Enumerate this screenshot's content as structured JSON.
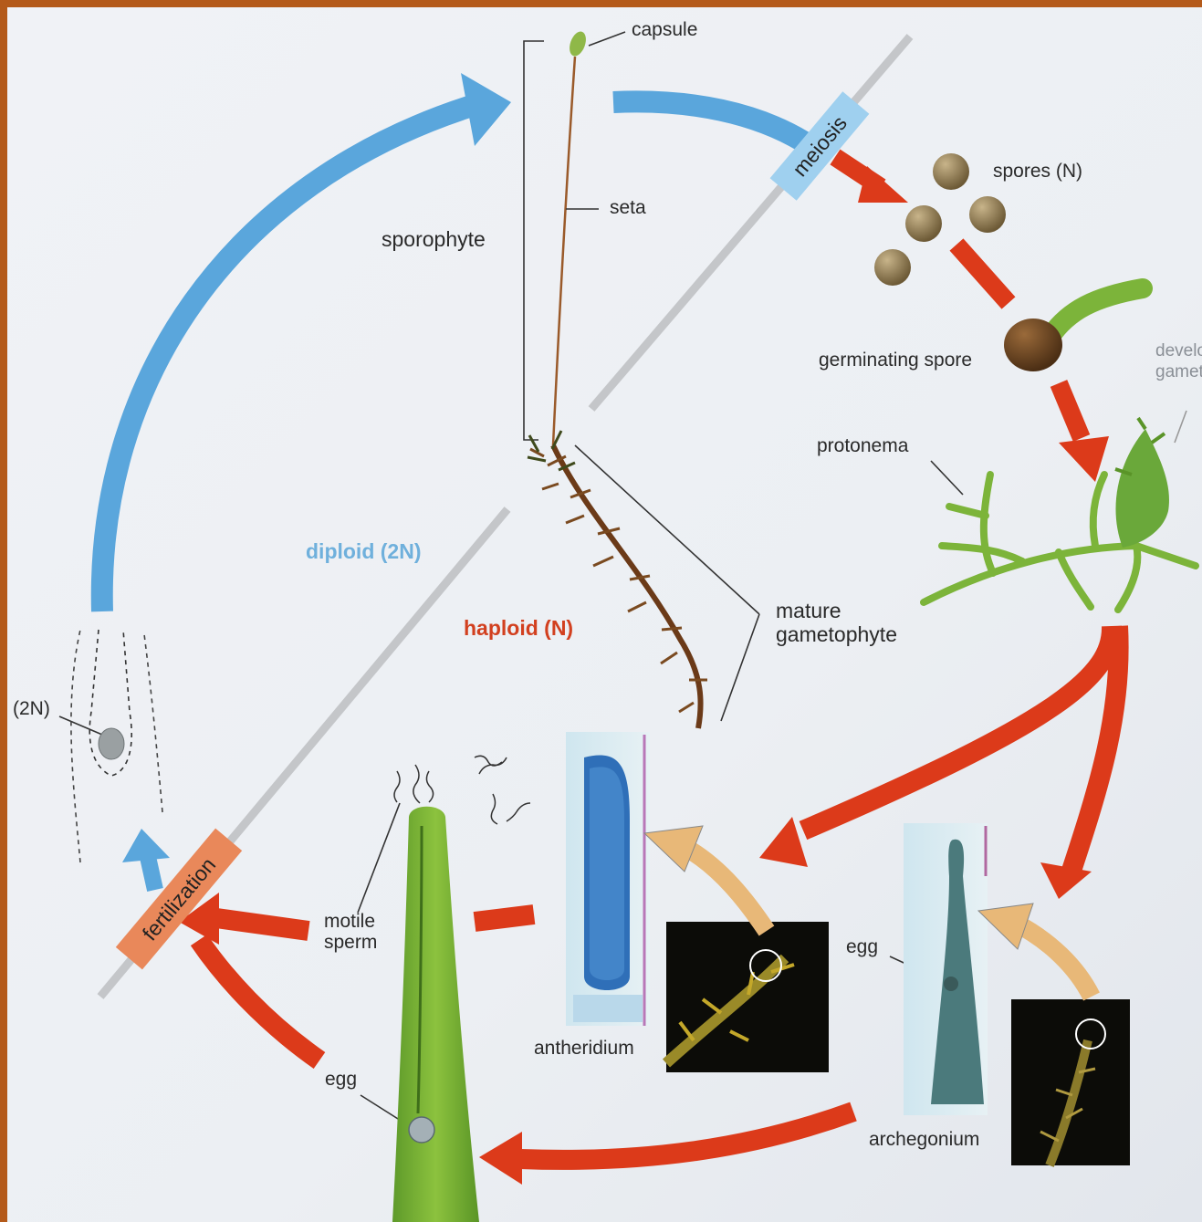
{
  "labels": {
    "capsule": "capsule",
    "seta": "seta",
    "sporophyte": "sporophyte",
    "spores": "spores (N)",
    "meiosis": "meiosis",
    "germinating_spore": "germinating spore",
    "developing_gametophyte_1": "develo",
    "developing_gametophyte_2": "gamet",
    "protonema": "protonema",
    "diploid": "diploid (2N)",
    "haploid": "haploid (N)",
    "mature_gametophyte_1": "mature",
    "mature_gametophyte_2": "gametophyte",
    "zygote_2n": "(2N)",
    "fertilization": "fertilization",
    "motile_sperm_1": "motile",
    "motile_sperm_2": "sperm",
    "antheridium": "antheridium",
    "egg_archegonium": "egg",
    "archegonium": "archegonium",
    "egg_bottom": "egg"
  },
  "colors": {
    "diploid_arrow": "#5aa6dc",
    "haploid_arrow": "#dc3a1a",
    "pointer_arrow": "#e8b878",
    "meiosis_tag": "#9fd0ef",
    "fertilization_tag": "#e9885a",
    "border": "#b45a1a",
    "background": "#eef1f5"
  }
}
